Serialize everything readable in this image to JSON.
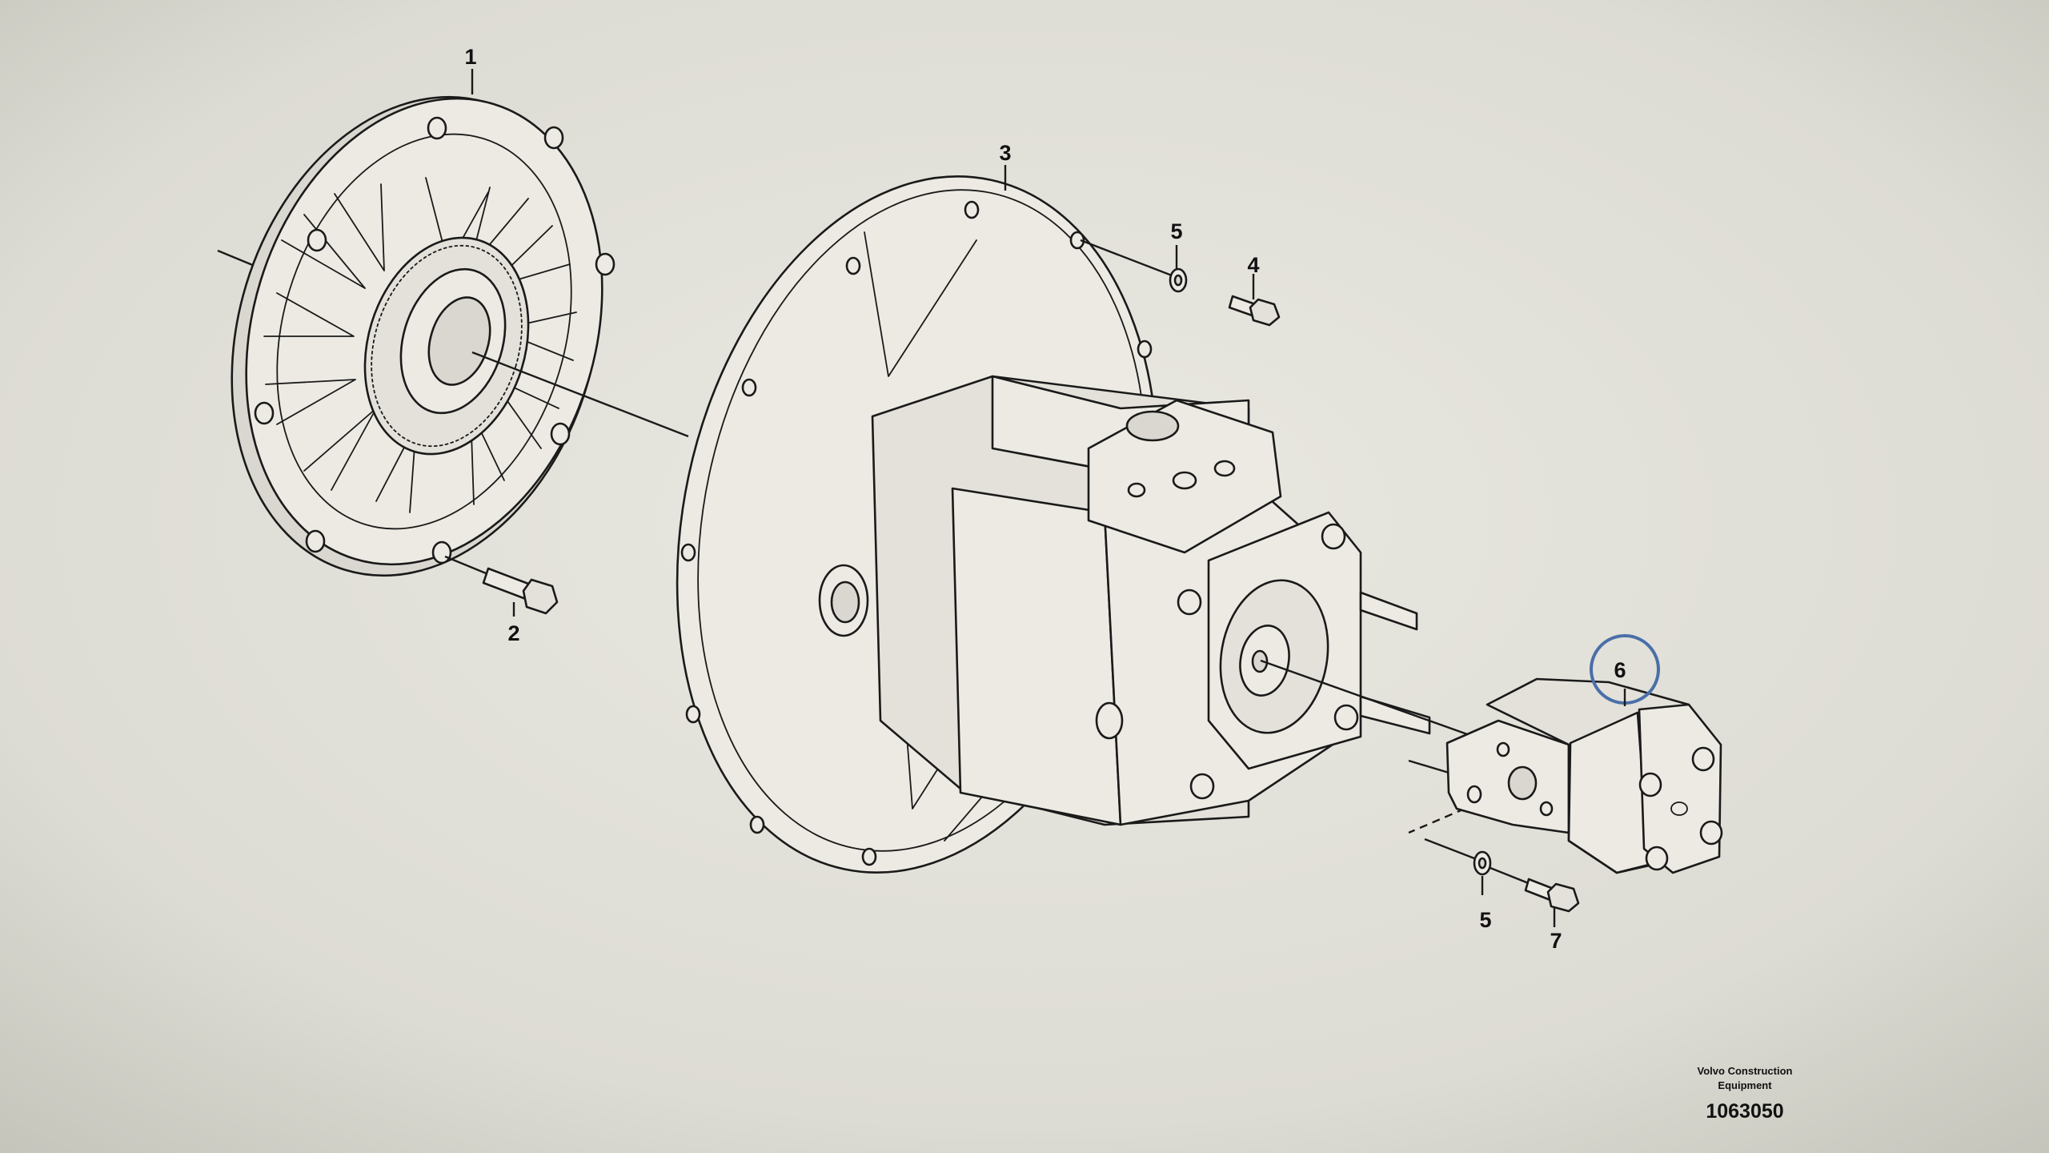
{
  "diagram": {
    "parts": [
      {
        "number": "1"
      },
      {
        "number": "2"
      },
      {
        "number": "3"
      },
      {
        "number": "4"
      },
      {
        "number": "5"
      },
      {
        "number": "5"
      },
      {
        "number": "6"
      },
      {
        "number": "7"
      }
    ],
    "highlight": {
      "part": "6",
      "color": "#4a6fa8"
    },
    "footer": {
      "line1": "Volvo Construction",
      "line2": "Equipment",
      "code": "1063050"
    }
  }
}
